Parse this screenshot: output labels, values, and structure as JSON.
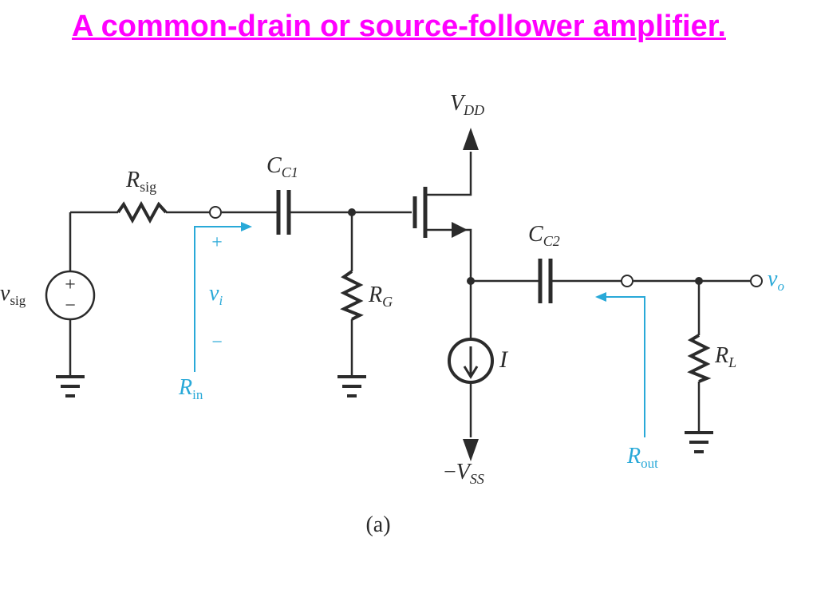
{
  "colors": {
    "title": "#ff00ff",
    "wire": "#2b2b2b",
    "annotation": "#29a9d8"
  },
  "page": {
    "title": "A common-drain or source-follower amplifier."
  },
  "labels": {
    "vdd": {
      "main": "V",
      "sub": "DD"
    },
    "vss": {
      "sign": "−",
      "main": "V",
      "sub": "SS"
    },
    "rsig": {
      "main": "R",
      "sub": "sig"
    },
    "cc1": {
      "main": "C",
      "sub": "C1"
    },
    "cc2": {
      "main": "C",
      "sub": "C2"
    },
    "rg": {
      "main": "R",
      "sub": "G"
    },
    "rl": {
      "main": "R",
      "sub": "L"
    },
    "current": "I",
    "vsig": {
      "main": "v",
      "sub": "sig"
    },
    "vi": {
      "main": "v",
      "sub": "i"
    },
    "vo": {
      "main": "v",
      "sub": "o"
    },
    "rin": {
      "main": "R",
      "sub": "in"
    },
    "rout": {
      "main": "R",
      "sub": "out"
    },
    "plus": "+",
    "minus": "−",
    "source_plus": "+",
    "source_minus": "−",
    "caption": "(a)"
  }
}
